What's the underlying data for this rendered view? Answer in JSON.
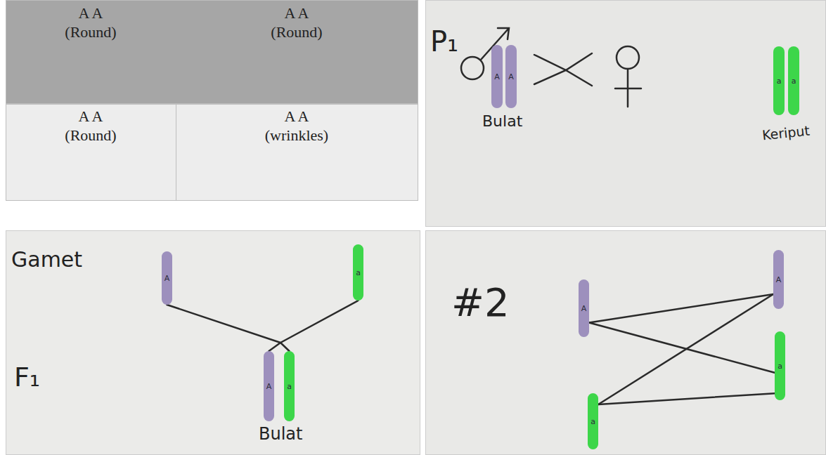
{
  "diagram": {
    "nodes": [
      {
        "text": [
          "A"
        ]
      },
      {
        "text": [
          "A"
        ]
      },
      {
        "text": [
          "a"
        ]
      },
      {
        "text": [
          "a"
        ]
      },
      {
        "text": [
          "A"
        ]
      },
      {
        "text": [
          "a"
        ]
      },
      {
        "text": [
          "A"
        ]
      },
      {
        "text": [
          "a"
        ]
      },
      {
        "text": [
          "A"
        ]
      },
      {
        "text": [
          "a"
        ]
      },
      {
        "text": [
          "A"
        ]
      },
      {
        "text": [
          "a"
        ]
      }
    ],
    "edges": [
      {
        "from": 4,
        "to": 6,
        "arrow": "none"
      },
      {
        "from": 5,
        "to": 7,
        "arrow": "none"
      },
      {
        "from": 8,
        "to": 10,
        "arrow": "none"
      },
      {
        "from": 8,
        "to": 11,
        "arrow": "none"
      },
      {
        "from": 9,
        "to": 10,
        "arrow": "none"
      },
      {
        "from": 9,
        "to": 11,
        "arrow": "none"
      }
    ],
    "labels": [
      "A A",
      "(Round)",
      "A A",
      "(Round)",
      "A A",
      "(Round)",
      "A A",
      "(wrinkles)",
      "P₁",
      "Bulat",
      "Keriput",
      "Gamet",
      "F₁",
      "Bulat",
      "#2"
    ]
  }
}
